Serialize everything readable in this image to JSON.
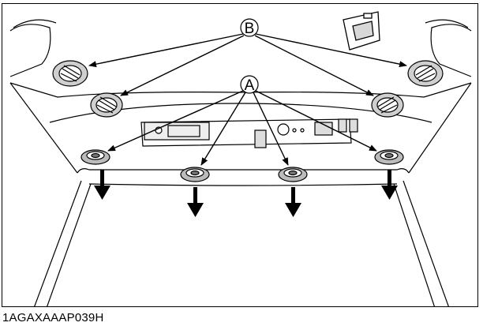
{
  "figure": {
    "callout_b": "B",
    "callout_a": "A",
    "figure_code": "1AGAXAAAP039H"
  },
  "colors": {
    "line": "#000000",
    "background": "#ffffff",
    "shade": "#c8c8c8"
  },
  "icons": {
    "upper_vent": "circular-air-vent-icon",
    "lower_vent": "round-air-outlet-icon",
    "airflow": "down-arrow-icon"
  }
}
